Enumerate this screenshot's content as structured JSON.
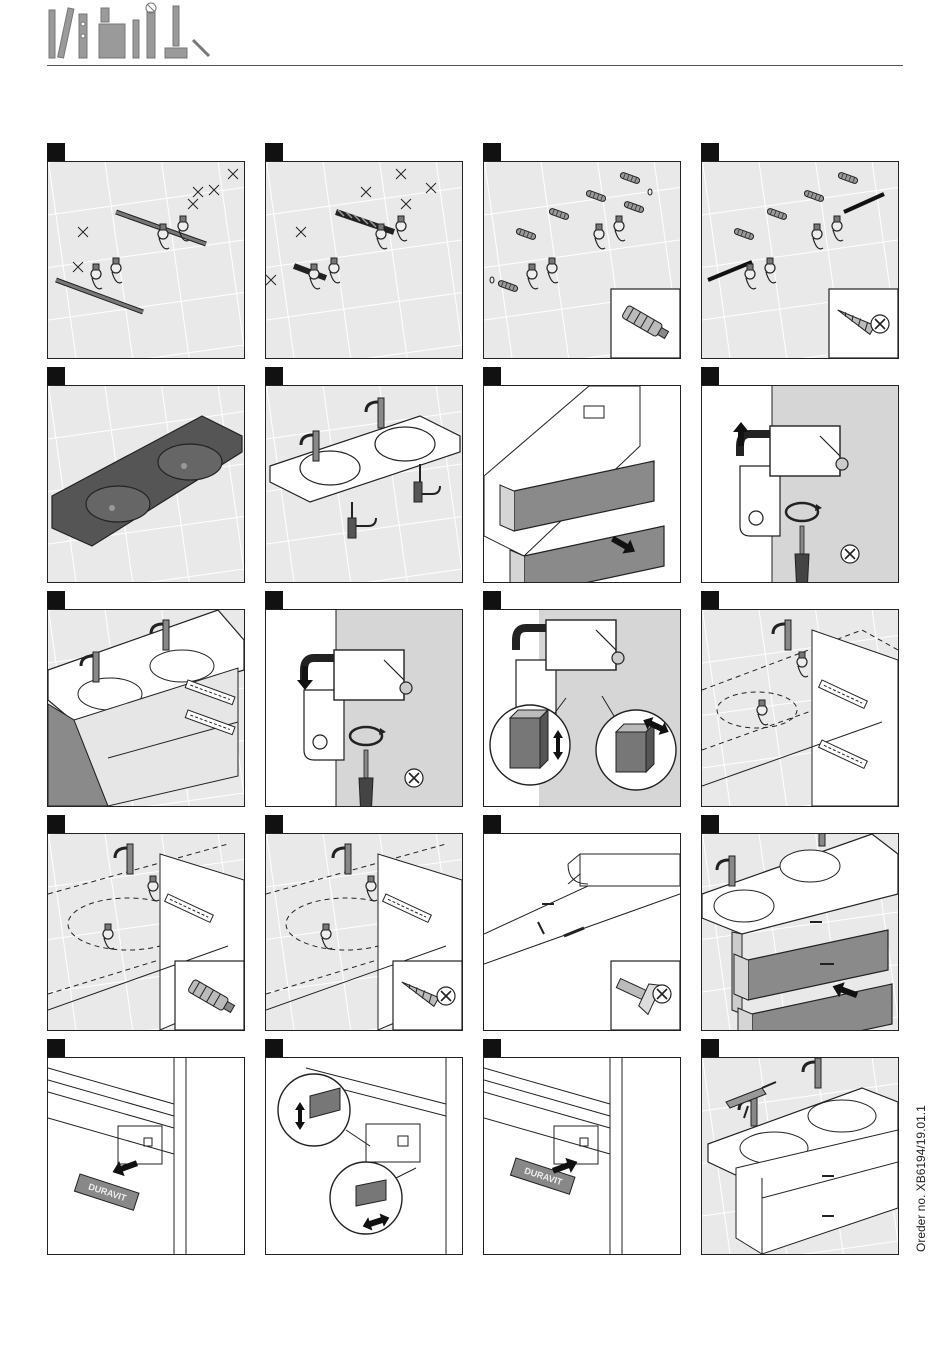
{
  "footer": {
    "order_number": "Oreder no. XB6194/19.01.1"
  },
  "labels": {
    "brand_plate": "DURAVIT"
  },
  "steps": [
    {
      "row": 1,
      "col": 1,
      "content": "mark-and-level"
    },
    {
      "row": 1,
      "col": 2,
      "content": "drill-holes"
    },
    {
      "row": 1,
      "col": 3,
      "content": "insert-wall-plugs"
    },
    {
      "row": 1,
      "col": 4,
      "content": "screw-in-bolts"
    },
    {
      "row": 2,
      "col": 1,
      "content": "washbasin"
    },
    {
      "row": 2,
      "col": 2,
      "content": "fit-taps-and-siphons"
    },
    {
      "row": 2,
      "col": 3,
      "content": "remove-drawers"
    },
    {
      "row": 2,
      "col": 4,
      "content": "adjust-hanger-up"
    },
    {
      "row": 3,
      "col": 1,
      "content": "vanity-with-basin"
    },
    {
      "row": 3,
      "col": 2,
      "content": "adjust-hanger-down"
    },
    {
      "row": 3,
      "col": 3,
      "content": "adjust-height-depth"
    },
    {
      "row": 3,
      "col": 4,
      "content": "cabinet-on-wall"
    },
    {
      "row": 4,
      "col": 1,
      "content": "side-wall-plug"
    },
    {
      "row": 4,
      "col": 2,
      "content": "side-wall-screw"
    },
    {
      "row": 4,
      "col": 3,
      "content": "fit-handle"
    },
    {
      "row": 4,
      "col": 4,
      "content": "insert-drawers"
    },
    {
      "row": 5,
      "col": 1,
      "content": "remove-brand-plate"
    },
    {
      "row": 5,
      "col": 2,
      "content": "adjust-drawer-front"
    },
    {
      "row": 5,
      "col": 3,
      "content": "refit-brand-plate"
    },
    {
      "row": 5,
      "col": 4,
      "content": "seal-with-silicone"
    }
  ]
}
